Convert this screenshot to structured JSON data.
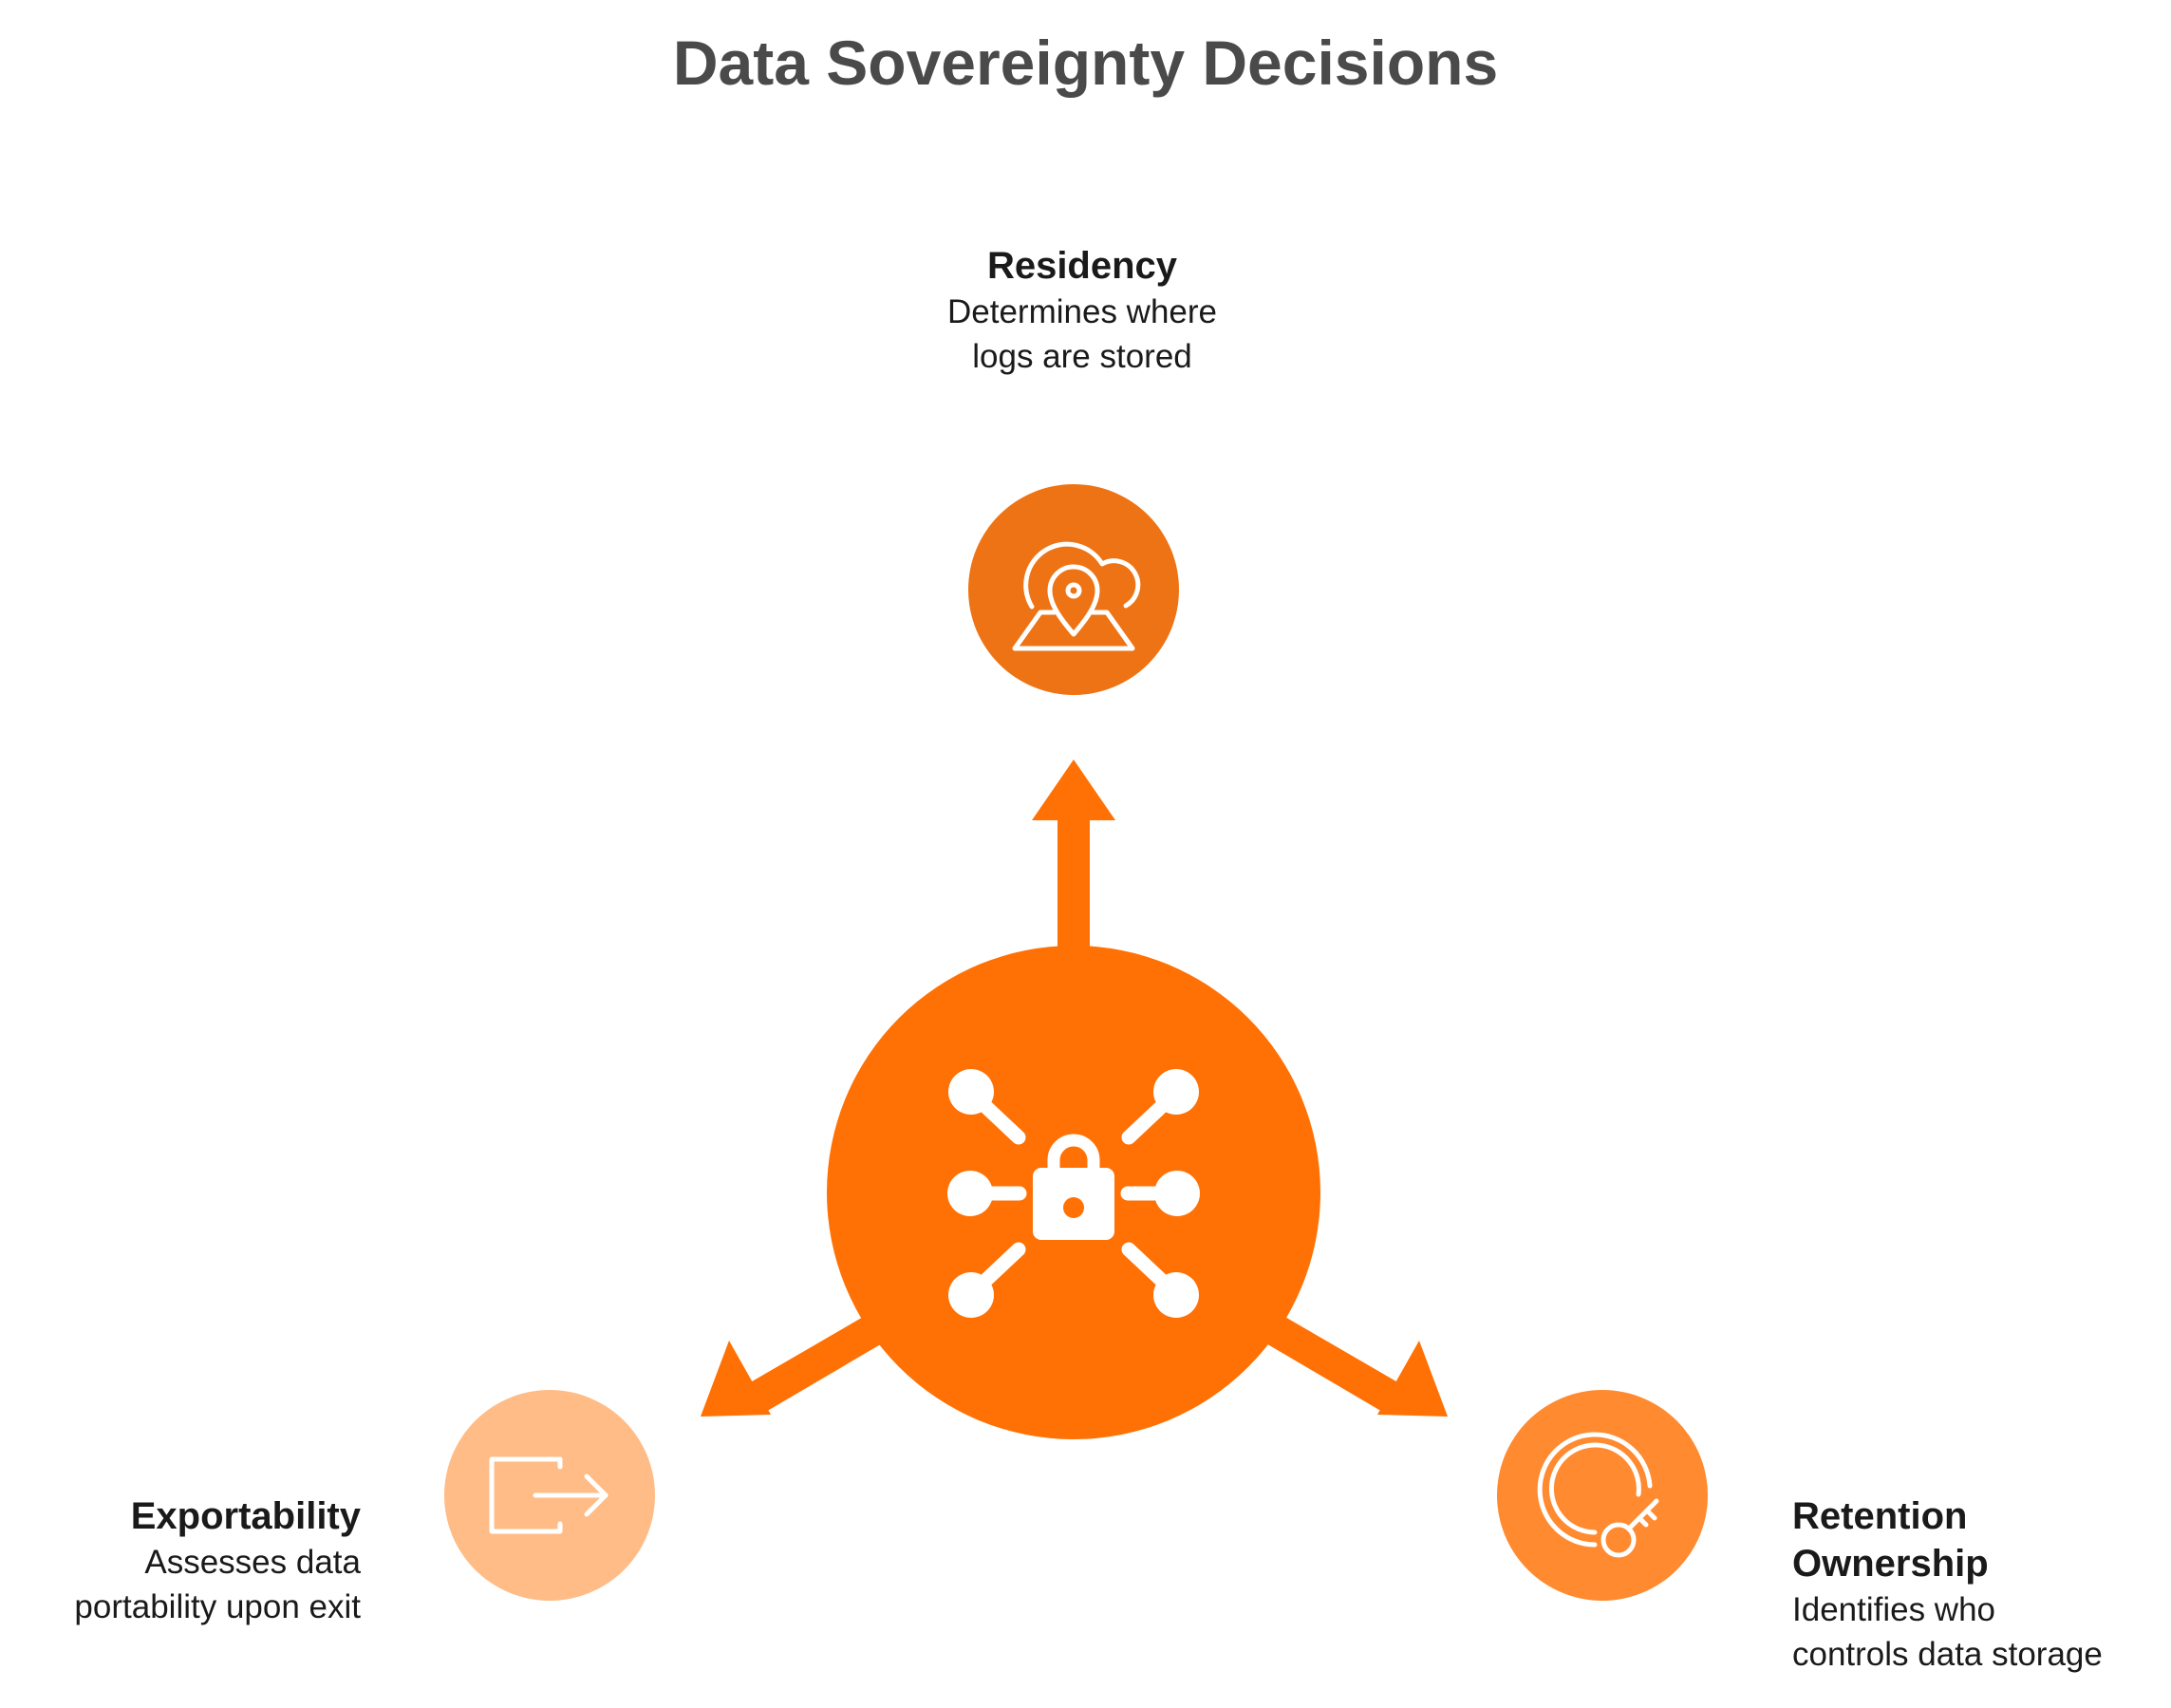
{
  "title": "Data Sovereignty Decisions",
  "colors": {
    "primary": "#ff7104",
    "residency_circle": "#ee7314",
    "exportability_circle": "#ffbc86",
    "retention_circle": "#ff8a30",
    "title_text": "#4a4a4a",
    "body_text": "#1a1a1a"
  },
  "center": {
    "icon": "network-lock-icon"
  },
  "branches": {
    "residency": {
      "title": "Residency",
      "description": "Determines where\nlogs are stored",
      "icon": "cloud-location-pin-icon"
    },
    "exportability": {
      "title": "Exportability",
      "description": "Assesses data\nportability upon exit",
      "icon": "export-arrow-icon"
    },
    "retention": {
      "title": "Retention\nOwnership",
      "description": "Identifies who\ncontrols data storage",
      "icon": "key-ring-icon"
    }
  }
}
